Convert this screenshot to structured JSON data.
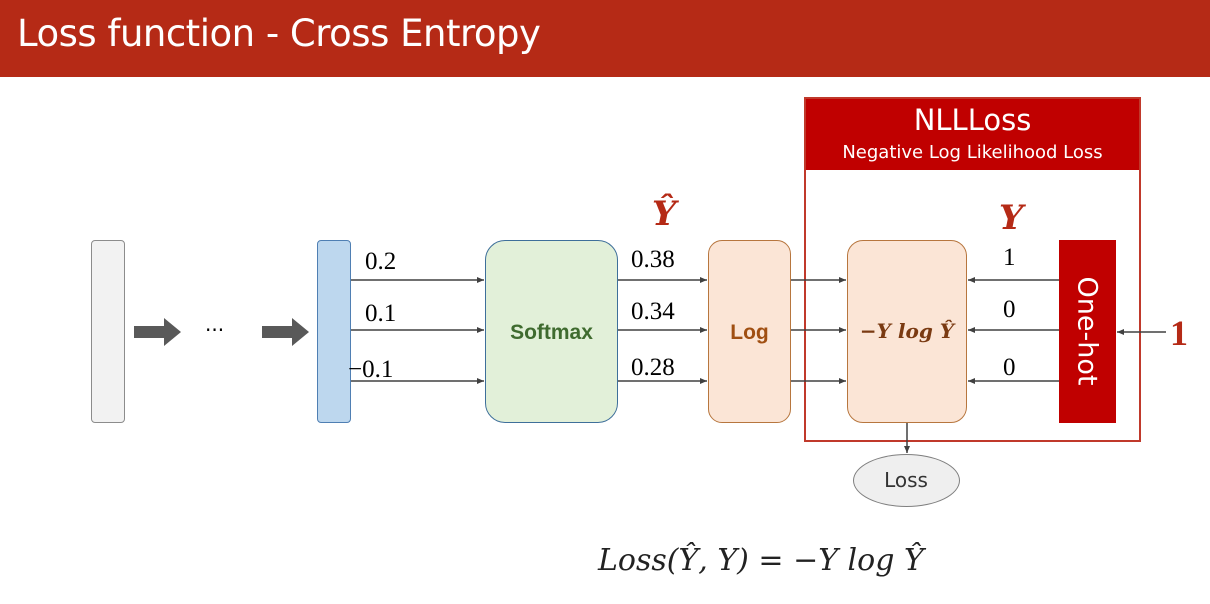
{
  "title": "Loss function - Cross Entropy",
  "ellipsis": "···",
  "hidden_values": [
    "0.2",
    "0.1",
    "−0.1"
  ],
  "softmax_label": "Softmax",
  "y_hat_label": "Ŷ",
  "softmax_outputs": [
    "0.38",
    "0.34",
    "0.28"
  ],
  "log_label": "Log",
  "nll": {
    "title": "NLLLoss",
    "subtitle": "Negative Log Likelihood Loss",
    "formula": "−Y log Ŷ"
  },
  "y_label": "Y",
  "target_values": [
    "1",
    "0",
    "0"
  ],
  "onehot_label": "One-hot",
  "class_index": "1",
  "loss_label": "Loss",
  "equation": "Loss(Ŷ, Y) = −Y log Ŷ",
  "colors": {
    "title_bar": "#b52a16",
    "nll_red": "#c00000",
    "softmax_fill": "#e2f0d9",
    "log_fill": "#fbe5d6",
    "hidden_fill": "#bdd7ee",
    "label_text": "#b52a16"
  }
}
